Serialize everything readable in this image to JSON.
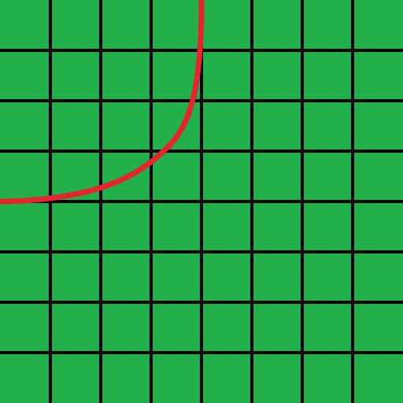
{
  "board": {
    "rows": 8,
    "cols": 8,
    "tile_color": "#22B04B",
    "grid_line_color": "#000000",
    "path_color": "#E5242B",
    "path_shape": "quarter-curve",
    "path_from_edge": "left",
    "path_to_edge": "top"
  }
}
